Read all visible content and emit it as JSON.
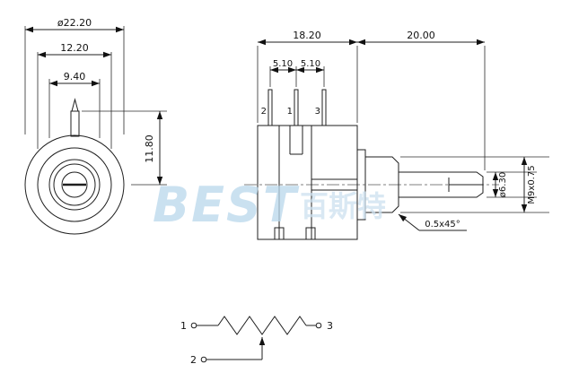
{
  "watermark": {
    "brand": "BEST",
    "brand_cjk": "百斯特"
  },
  "front_view": {
    "dim_outer_diameter": "ø22.20",
    "dim_flange": "12.20",
    "dim_ring": "9.40",
    "dim_height": "11.80"
  },
  "side_view": {
    "dim_body_width": "18.20",
    "dim_shaft_length": "20.00",
    "dim_pin_pitch_left": "5.10",
    "dim_pin_pitch_right": "5.10",
    "pin_labels": [
      "2",
      "1",
      "3"
    ],
    "dim_shaft_diameter": "ø6.30",
    "dim_thread": "M9x0.75",
    "chamfer_note": "0.5x45°"
  },
  "schematic": {
    "terminal_left": "1",
    "terminal_bottom": "2",
    "terminal_right": "3"
  }
}
